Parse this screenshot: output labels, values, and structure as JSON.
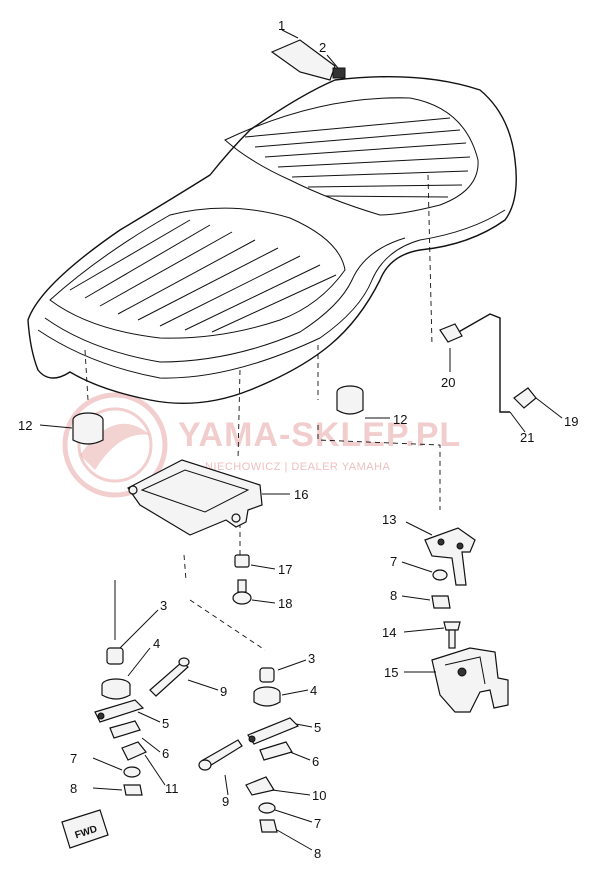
{
  "watermark": {
    "brand": "YAMA-SKLEP.PL",
    "tagline": "NIECHOWICZ | DEALER YAMAHA",
    "color": "#e8a5a5"
  },
  "direction_badge": "FWD",
  "parts": {
    "p1": "1",
    "p2": "2",
    "p3a": "3",
    "p3b": "3",
    "p4a": "4",
    "p4b": "4",
    "p5a": "5",
    "p5b": "5",
    "p6a": "6",
    "p6b": "6",
    "p7a": "7",
    "p7b": "7",
    "p7c": "7",
    "p8a": "8",
    "p8b": "8",
    "p8c": "8",
    "p9a": "9",
    "p9b": "9",
    "p10": "10",
    "p11": "11",
    "p12a": "12",
    "p12b": "12",
    "p13": "13",
    "p14": "14",
    "p15": "15",
    "p16": "16",
    "p17": "17",
    "p18": "18",
    "p19": "19",
    "p20": "20",
    "p21": "21"
  }
}
